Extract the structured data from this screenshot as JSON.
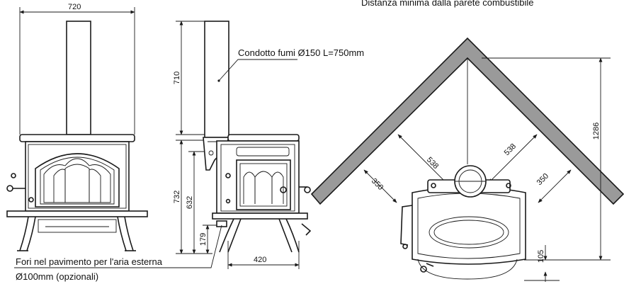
{
  "top_note": "Distanza minima dalla parete combustibile",
  "front_view": {
    "width_label": "720"
  },
  "side_view": {
    "flue_height": "710",
    "total_height": "732",
    "top_height": "632",
    "outlet_height": "179",
    "depth": "420",
    "flue_label": "Condotto fumi Ø150 L=750mm",
    "floor_note_line1": "Fori nel pavimento per l'aria esterna",
    "floor_note_line2": "Ø100mm (opzionali)"
  },
  "corner_view": {
    "diag_left": "538",
    "diag_right": "538",
    "side_left": "350",
    "side_right": "350",
    "height": "1286",
    "back": "105"
  },
  "colors": {
    "wall": "#9a9a9a",
    "line": "#1a1a1a"
  }
}
